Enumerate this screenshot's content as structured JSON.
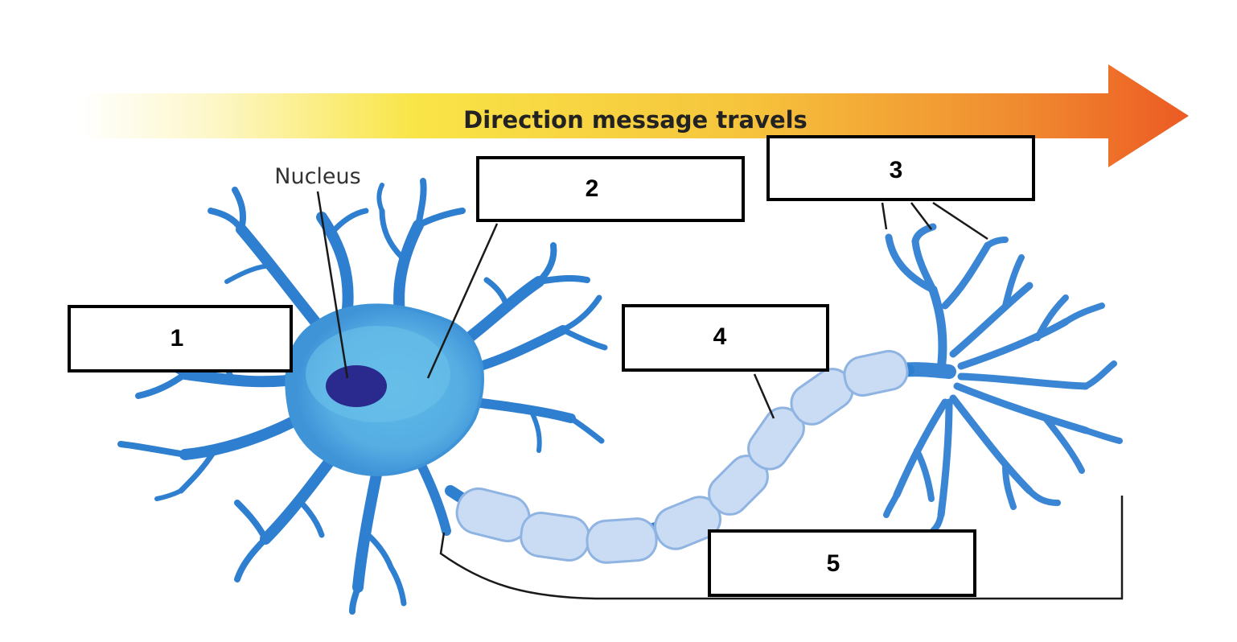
{
  "direction_label": "Direction message travels",
  "nucleus_label": "Nucleus",
  "boxes": [
    {
      "number": "1"
    },
    {
      "number": "2"
    },
    {
      "number": "3"
    },
    {
      "number": "4"
    },
    {
      "number": "5"
    }
  ],
  "colors": {
    "arrow_start": "#fffbe0",
    "arrow_mid": "#f9e547",
    "arrow_end": "#ec5a23",
    "neuron_blue": "#2f7fd0",
    "cell_light": "#58b3e4",
    "nucleus": "#2a2a8e",
    "myelin": "#c9dcf4"
  }
}
